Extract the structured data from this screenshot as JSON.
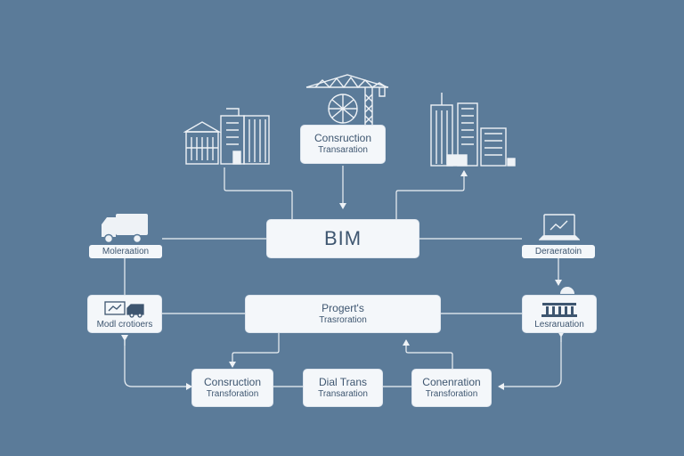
{
  "nodes": {
    "bim": {
      "label": "BIM"
    },
    "construction_top": {
      "line1": "Consruction",
      "line2": "Transaration"
    },
    "project": {
      "line1": "Progert's",
      "line2": "Trasroration"
    },
    "construction_bottom": {
      "line1": "Consruction",
      "line2": "Transforation"
    },
    "digital": {
      "line1": "Dial Trans",
      "line2": "Transaration"
    },
    "conservation": {
      "line1": "Conenration",
      "line2": "Transforation"
    }
  },
  "labels": {
    "left_top": "Moleraation",
    "left_bottom": "Modl crotioers",
    "right_top": "Deraeratoin",
    "right_bottom": "Lesraruation"
  },
  "icons": [
    "library-building-icon",
    "office-building-icon",
    "tower-crane-icon",
    "skyscraper-icon",
    "delivery-truck-icon",
    "laptop-icon",
    "vehicles-icon",
    "classical-museum-icon"
  ],
  "colors": {
    "background": "#5b7b99",
    "box": "#f4f7fa",
    "text": "#3e5670",
    "line": "#eef2f6"
  }
}
